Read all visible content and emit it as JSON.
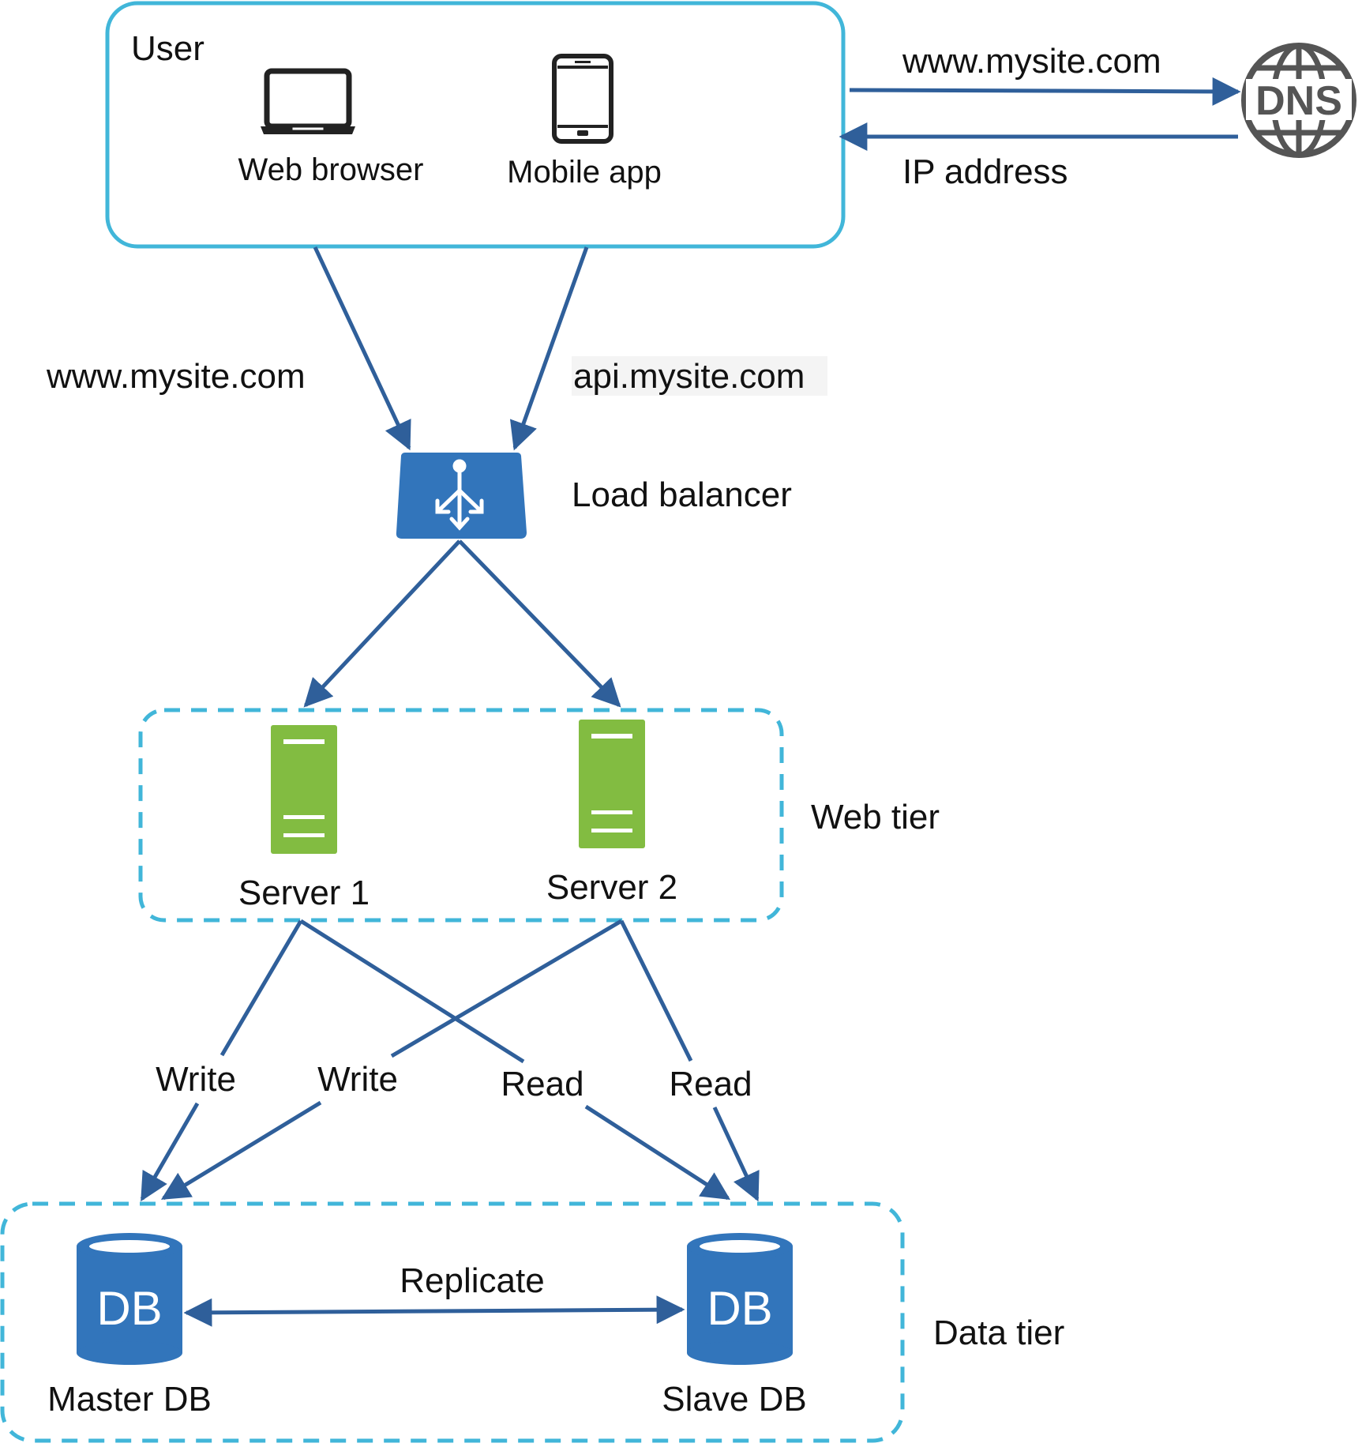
{
  "colors": {
    "arrow": "#2f5f9a",
    "user_box_border": "#41b6d9",
    "dashed_border": "#41b6d9",
    "load_balancer": "#3275bb",
    "server": "#82bc41",
    "database": "#3275bb",
    "dns_icon": "#555555",
    "device_icon": "#222222",
    "label_highlight": "#f4f4f4"
  },
  "user": {
    "title": "User",
    "web_browser": "Web browser",
    "mobile_app": "Mobile app"
  },
  "dns": {
    "icon_text": "DNS",
    "request_label": "www.mysite.com",
    "response_label": "IP address"
  },
  "routes": {
    "web_label": "www.mysite.com",
    "api_label": "api.mysite.com"
  },
  "load_balancer": {
    "label": "Load balancer"
  },
  "web_tier": {
    "label": "Web tier",
    "server1": "Server 1",
    "server2": "Server 2"
  },
  "db_edges": {
    "write1": "Write",
    "write2": "Write",
    "read1": "Read",
    "read2": "Read"
  },
  "data_tier": {
    "label": "Data tier",
    "master_icon_text": "DB",
    "slave_icon_text": "DB",
    "master": "Master DB",
    "slave": "Slave DB",
    "replicate": "Replicate"
  }
}
